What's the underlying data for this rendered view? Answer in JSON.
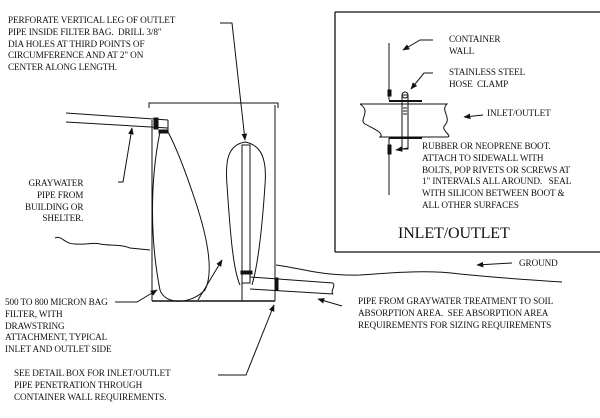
{
  "labels": {
    "perforate": "PERFORATE VERTICAL LEG OF OUTLET\nPIPE INSIDE FILTER BAG.  DRILL 3/8\"\nDIA HOLES AT THIRD POINTS OF\nCIRCUMFERENCE AND AT 2\" ON\nCENTER ALONG LENGTH.",
    "container_wall": "CONTAINER\nWALL",
    "hose_clamp": "STAINLESS STEEL\nHOSE  CLAMP",
    "inlet_outlet_small": "INLET/OUTLET",
    "boot": "RUBBER OR NEOPRENE BOOT.\nATTACH TO SIDEWALL WITH\nBOLTS, POP RIVETS OR SCREWS AT\n1\" INTERVALS ALL AROUND.   SEAL\nWITH SILICON BETWEEN BOOT &\nALL OTHER SURFACES",
    "detail_title": "INLET/OUTLET",
    "graywater_pipe": "GRAYWATER\nPIPE FROM\nBUILDING OR\nSHELTER.",
    "ground": "GROUND",
    "bag_filter": "500 TO 800 MICRON BAG\nFILTER, WITH\nDRAWSTRING\nATTACHMENT, TYPICAL\nINLET AND OUTLET SIDE",
    "pipe_to_soil": "PIPE FROM GRAYWATER TREATMENT TO SOIL\nABSORPTION AREA.  SEE ABSORPTION AREA\nREQUIREMENTS FOR SIZING REQUIREMENTS",
    "see_detail": "SEE DETAIL BOX FOR INLET/OUTLET\nPIPE PENETRATION THROUGH\nCONTAINER WALL REQUIREMENTS."
  },
  "colors": {
    "ink": "#111111",
    "background": "#ffffff"
  }
}
